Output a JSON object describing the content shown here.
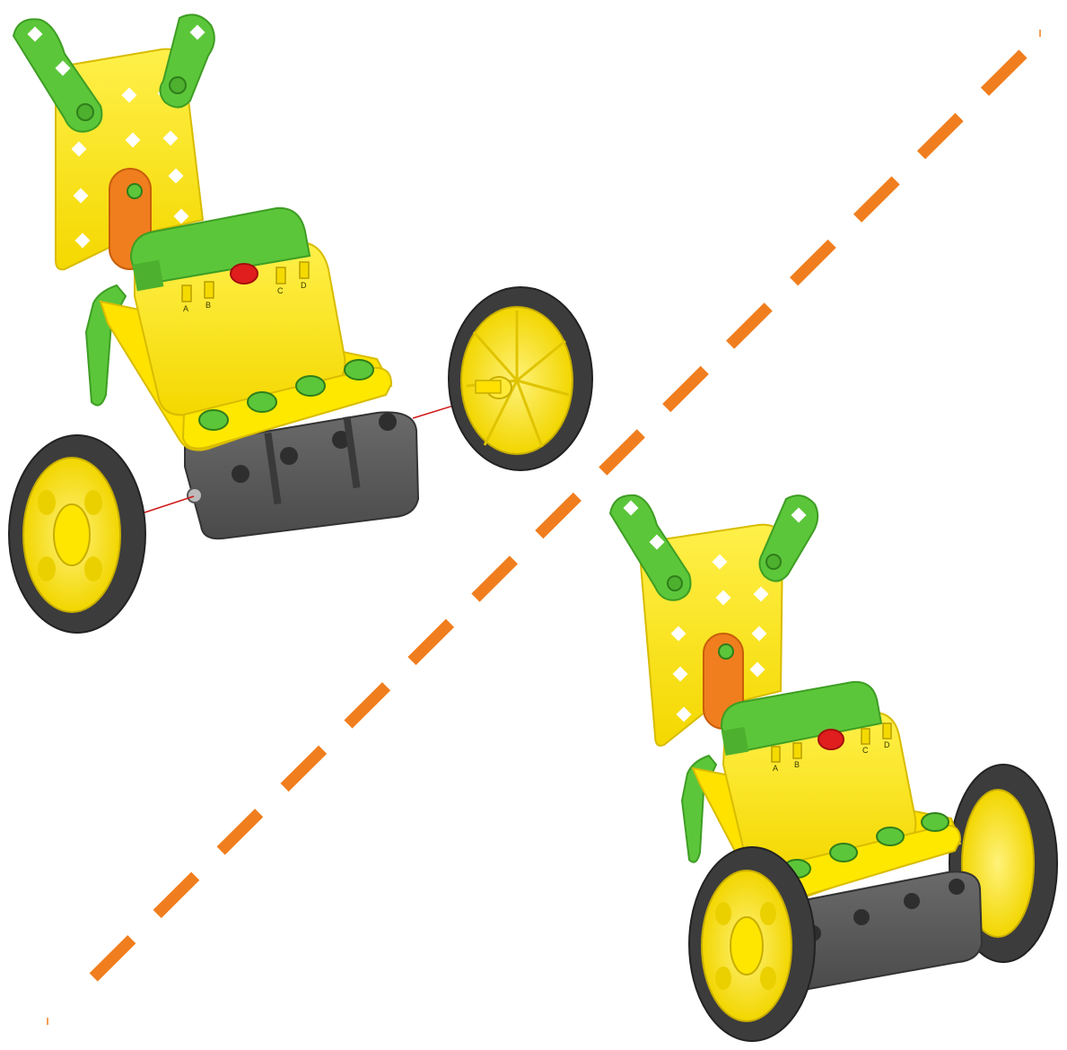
{
  "diagram": {
    "description_step": "exploded-to-assembled",
    "colors": {
      "yellow": "#FFE500",
      "yellow_dark": "#E0C400",
      "green": "#5CC63A",
      "green_dark": "#3E9E24",
      "orange": "#F07E1E",
      "gray": "#5A5A5A",
      "gray_dark": "#444444",
      "tire": "#3C3C3C",
      "button_red": "#E01E1E",
      "divider": "#F07E1E",
      "axle_line": "#D01818"
    },
    "exploded_view": {
      "controller_ports": [
        "A",
        "B",
        "C",
        "D"
      ]
    },
    "assembled_view": {
      "controller_ports": [
        "A",
        "B",
        "C",
        "D"
      ]
    }
  }
}
